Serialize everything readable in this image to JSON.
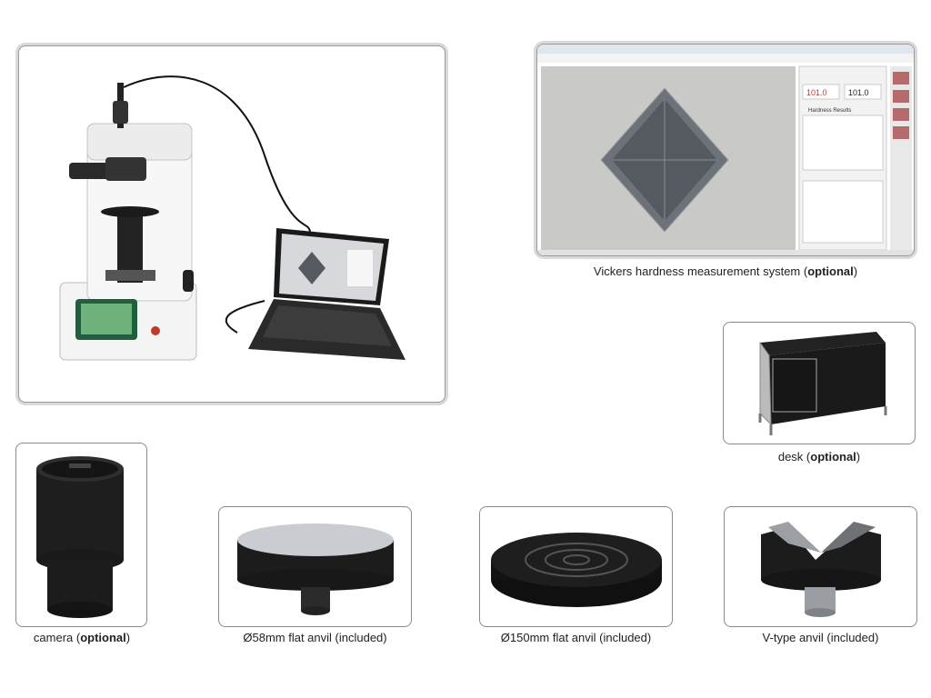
{
  "captions": {
    "vickers": {
      "text": "Vickers hardness measurement system (",
      "bold": "optional",
      "end": ")"
    },
    "desk": {
      "text": "desk (",
      "bold": "optional",
      "end": ")"
    },
    "camera": {
      "text": "camera (",
      "bold": "optional",
      "end": ")"
    },
    "anvil58": {
      "text": "Ø58mm flat anvil (included)"
    },
    "anvil150": {
      "text": "Ø150mm flat anvil (included)"
    },
    "vanvil": {
      "text": "V-type anvil (included)"
    }
  },
  "software": {
    "readout_left": "101.0",
    "readout_right": "101.0",
    "panel_title": "Hardness Results"
  },
  "colors": {
    "frame_border": "#8a8a8a",
    "accent_red": "#c0392b",
    "metal_black": "#1e1e1e"
  }
}
